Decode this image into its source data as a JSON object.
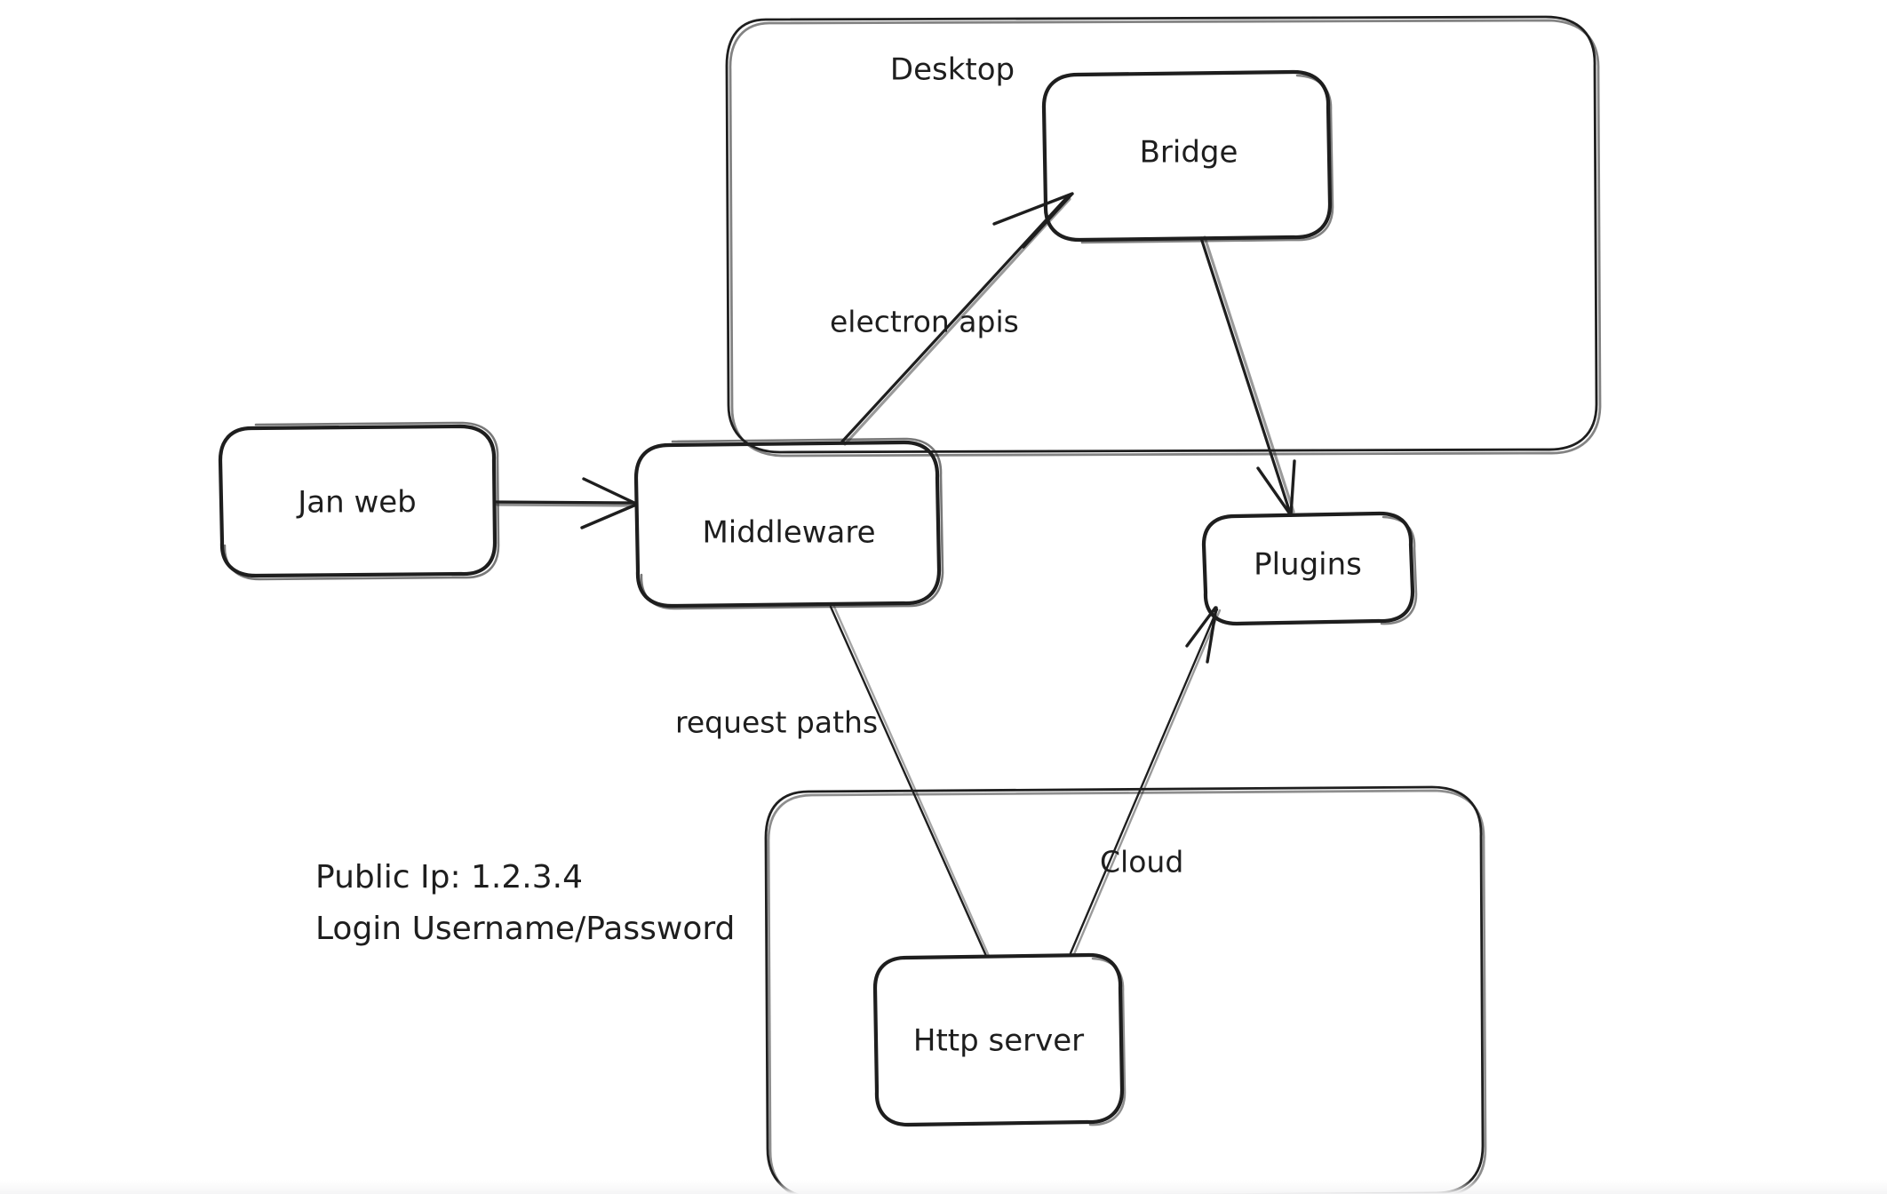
{
  "diagram": {
    "title": "Jan application architecture sketch",
    "style": "hand-drawn whiteboard sketch",
    "stroke_color": "#1e1e1e",
    "background_color": "#ffffff",
    "containers": [
      {
        "id": "desktop",
        "label": "Desktop"
      },
      {
        "id": "cloud",
        "label": ""
      }
    ],
    "nodes": [
      {
        "id": "jan_web",
        "label": "Jan web"
      },
      {
        "id": "middleware",
        "label": "Middleware"
      },
      {
        "id": "bridge",
        "label": "Bridge"
      },
      {
        "id": "plugins",
        "label": "Plugins"
      },
      {
        "id": "http_server",
        "label": "Http server"
      }
    ],
    "edges": [
      {
        "id": "e_janweb_middleware",
        "from": "jan_web",
        "to": "middleware",
        "label": ""
      },
      {
        "id": "e_middleware_bridge",
        "from": "middleware",
        "to": "bridge",
        "label": "electron apis"
      },
      {
        "id": "e_bridge_plugins",
        "from": "bridge",
        "to": "plugins",
        "label": ""
      },
      {
        "id": "e_httpserver_middleware",
        "from": "http_server",
        "to": "middleware",
        "label": "request paths"
      },
      {
        "id": "e_httpserver_plugins",
        "from": "http_server",
        "to": "plugins",
        "label": "Cloud"
      }
    ],
    "notes": {
      "line1": "Public Ip: 1.2.3.4",
      "line2": "Login Username/Password"
    }
  }
}
